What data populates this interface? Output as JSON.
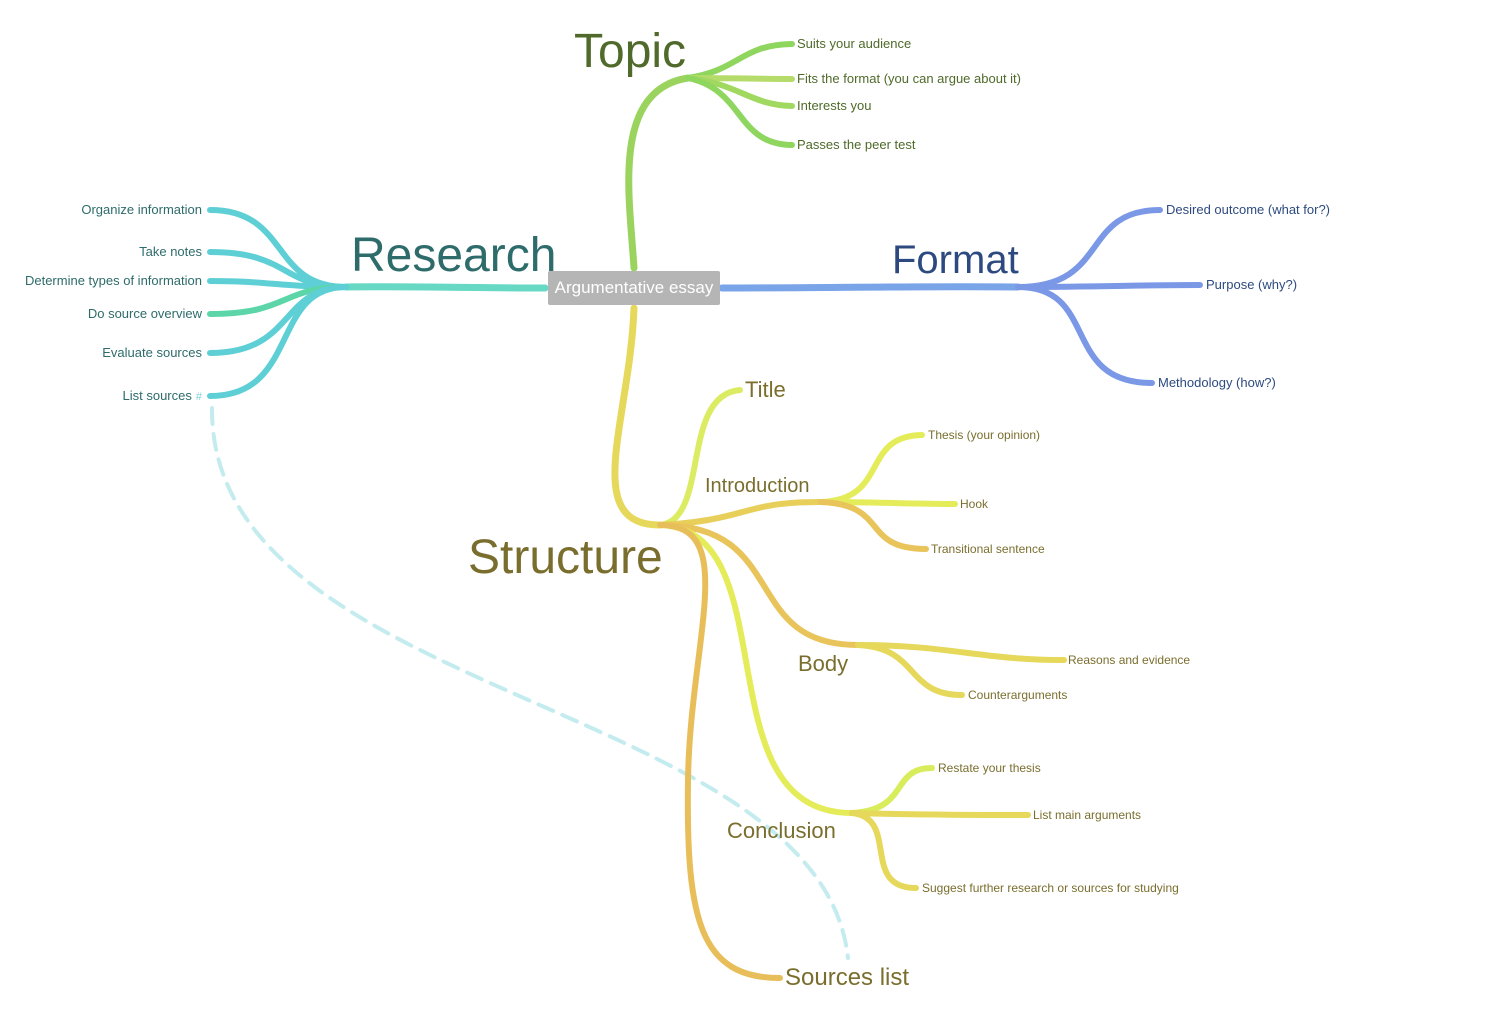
{
  "colors": {
    "topic": "#8fd65f",
    "topic_text": "#4f6a2a",
    "research": "#5fcfd6",
    "research_accent": "#5cd6a8",
    "research_text": "#2e6b6b",
    "format": "#7a98e6",
    "format_text": "#2d4a80",
    "structure": "#e6d85a",
    "structure_alt": "#e8b85a",
    "structure_light": "#e4ec5a",
    "structure_text": "#7a6e2e",
    "center_bg": "#b5b5b5",
    "link_dashed": "#c4ecef"
  },
  "center": {
    "label": "Argumentative essay"
  },
  "topic": {
    "label": "Topic",
    "items": [
      "Suits your audience",
      "Fits the format (you can argue about it)",
      "Interests you",
      "Passes the peer test"
    ]
  },
  "research": {
    "label": "Research",
    "items": [
      "Organize information",
      "Take notes",
      "Determine types of information",
      "Do source overview",
      "Evaluate sources",
      "List sources"
    ],
    "link_marker": "#"
  },
  "format": {
    "label": "Format",
    "items": [
      "Desired outcome (what for?)",
      "Purpose (why?)",
      "Methodology (how?)"
    ]
  },
  "structure": {
    "label": "Structure",
    "title": "Title",
    "introduction": {
      "label": "Introduction",
      "items": [
        "Thesis (your opinion)",
        "Hook",
        "Transitional sentence"
      ]
    },
    "body": {
      "label": "Body",
      "items": [
        "Reasons and evidence",
        "Counterarguments"
      ]
    },
    "conclusion": {
      "label": "Conclusion",
      "items": [
        "Restate your thesis",
        "List main arguments",
        "Suggest further research or sources for studying"
      ]
    },
    "sources_list": "Sources list"
  }
}
